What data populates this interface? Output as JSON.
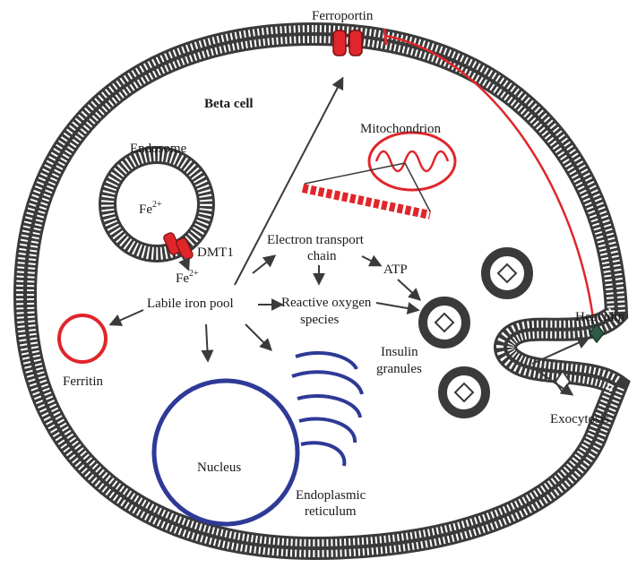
{
  "diagram": {
    "title": "Beta cell",
    "labels": {
      "ferroportin": "Ferroportin",
      "endosome": "Endosome",
      "fe_in_endosome": "Fe",
      "fe_in_endosome_sup": "2+",
      "dmt1": "DMT1",
      "fe_released": "Fe",
      "fe_released_sup": "2+",
      "labile_iron_pool": "Labile iron pool",
      "mitochondrion": "Mitochondrion",
      "etc_line1": "Electron transport",
      "etc_line2": "chain",
      "atp": "ATP",
      "ros_line1": "Reactive oxygen",
      "ros_line2": "species",
      "insulin_line1": "Insulin",
      "insulin_line2": "granules",
      "hepcidin": "Hepcidin",
      "exocytosis": "Exocytosis",
      "ferritin": "Ferritin",
      "nucleus": "Nucleus",
      "er_line1": "Endoplasmic",
      "er_line2": "reticulum"
    },
    "colors": {
      "membrane": "#3a3a3a",
      "iron_red": "#e0262b",
      "nucleus_blue": "#2e3a96",
      "text": "#1a1a1a",
      "hepcidin_green": "#2f5a46"
    }
  }
}
